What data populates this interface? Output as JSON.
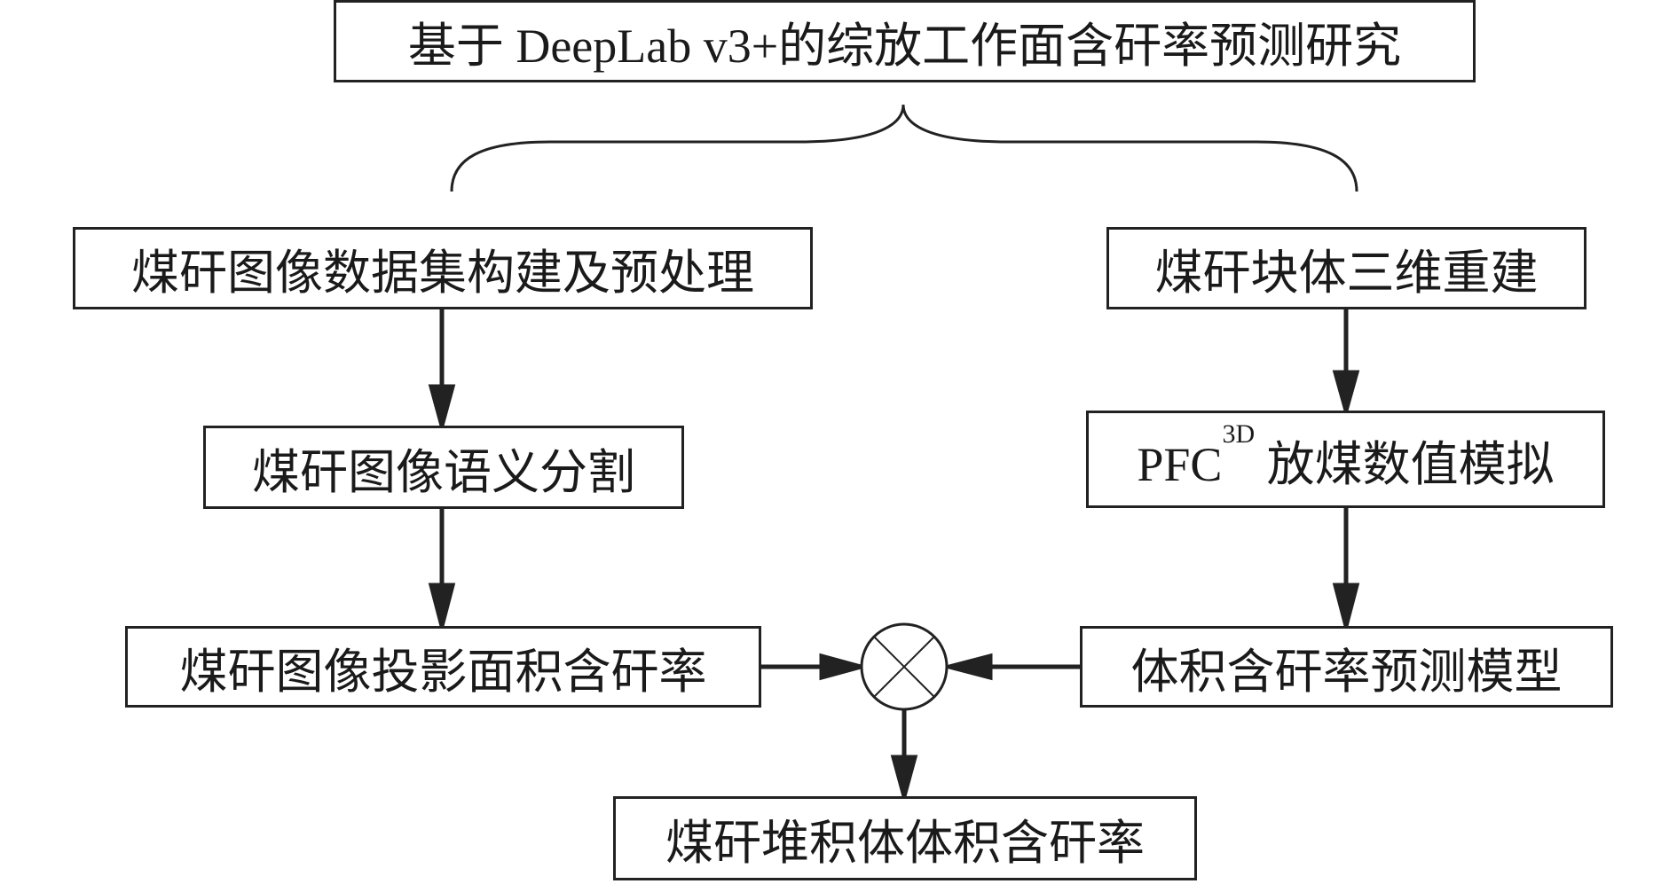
{
  "title": "基于 DeepLab v3+的综放工作面含矸率预测研究",
  "left_branch": [
    "煤矸图像数据集构建及预处理",
    "煤矸图像语义分割",
    "煤矸图像投影面积含矸率"
  ],
  "right_branch": [
    "煤矸块体三维重建",
    {
      "main": "PFC",
      "sup": "3D",
      "rest": " 放煤数值模拟"
    },
    "体积含矸率预测模型"
  ],
  "combine_symbol": "multiply-circle",
  "result": "煤矸堆积体体积含矸率"
}
